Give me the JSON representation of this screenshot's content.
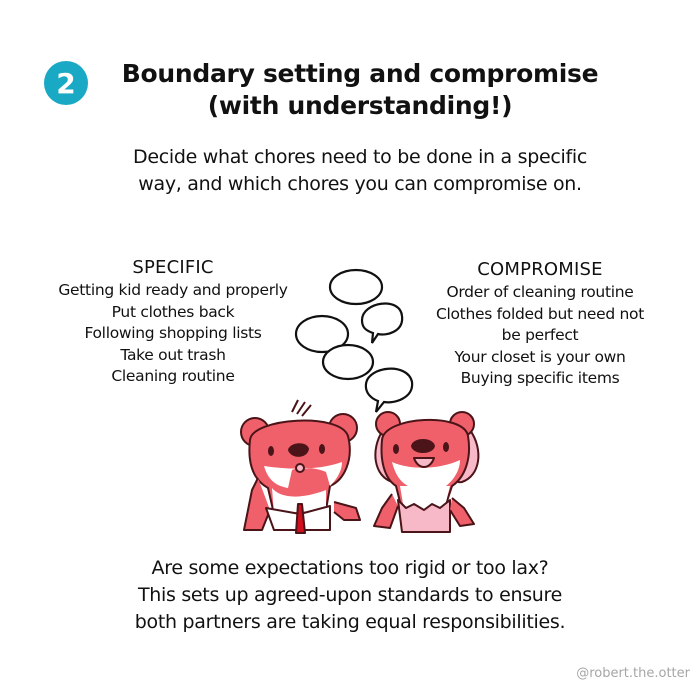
{
  "step": {
    "number": "2",
    "badge_color": "#1aa9c4"
  },
  "title": {
    "line1": "Boundary setting and compromise",
    "line2": "(with understanding!)"
  },
  "intro": {
    "line1": "Decide what chores need to be done in a specific",
    "line2": "way, and which chores you can compromise on."
  },
  "specific": {
    "heading": "SPECIFIC",
    "items": [
      "Getting kid ready and properly",
      "Put clothes back",
      "Following shopping lists",
      "Take out trash",
      "Cleaning routine"
    ]
  },
  "compromise": {
    "heading": "COMPROMISE",
    "items": [
      "Order of cleaning routine",
      "Clothes folded but need not",
      "be perfect",
      "Your closet is your own",
      "Buying specific items"
    ]
  },
  "illustration": {
    "icons": [
      "speech-bubbles-icon",
      "otter-in-shirt-and-tie-icon",
      "otter-in-pink-dress-icon"
    ],
    "colors": {
      "otter_fur": "#f0606a",
      "outline": "#4a1418",
      "tie": "#d0101e",
      "dress": "#f7b8c8"
    }
  },
  "footer": {
    "line1": "Are some expectations too rigid or too lax?",
    "line2": "This sets up agreed-upon standards to ensure",
    "line3": "both partners are taking equal responsibilities."
  },
  "credit": "@robert.the.otter"
}
